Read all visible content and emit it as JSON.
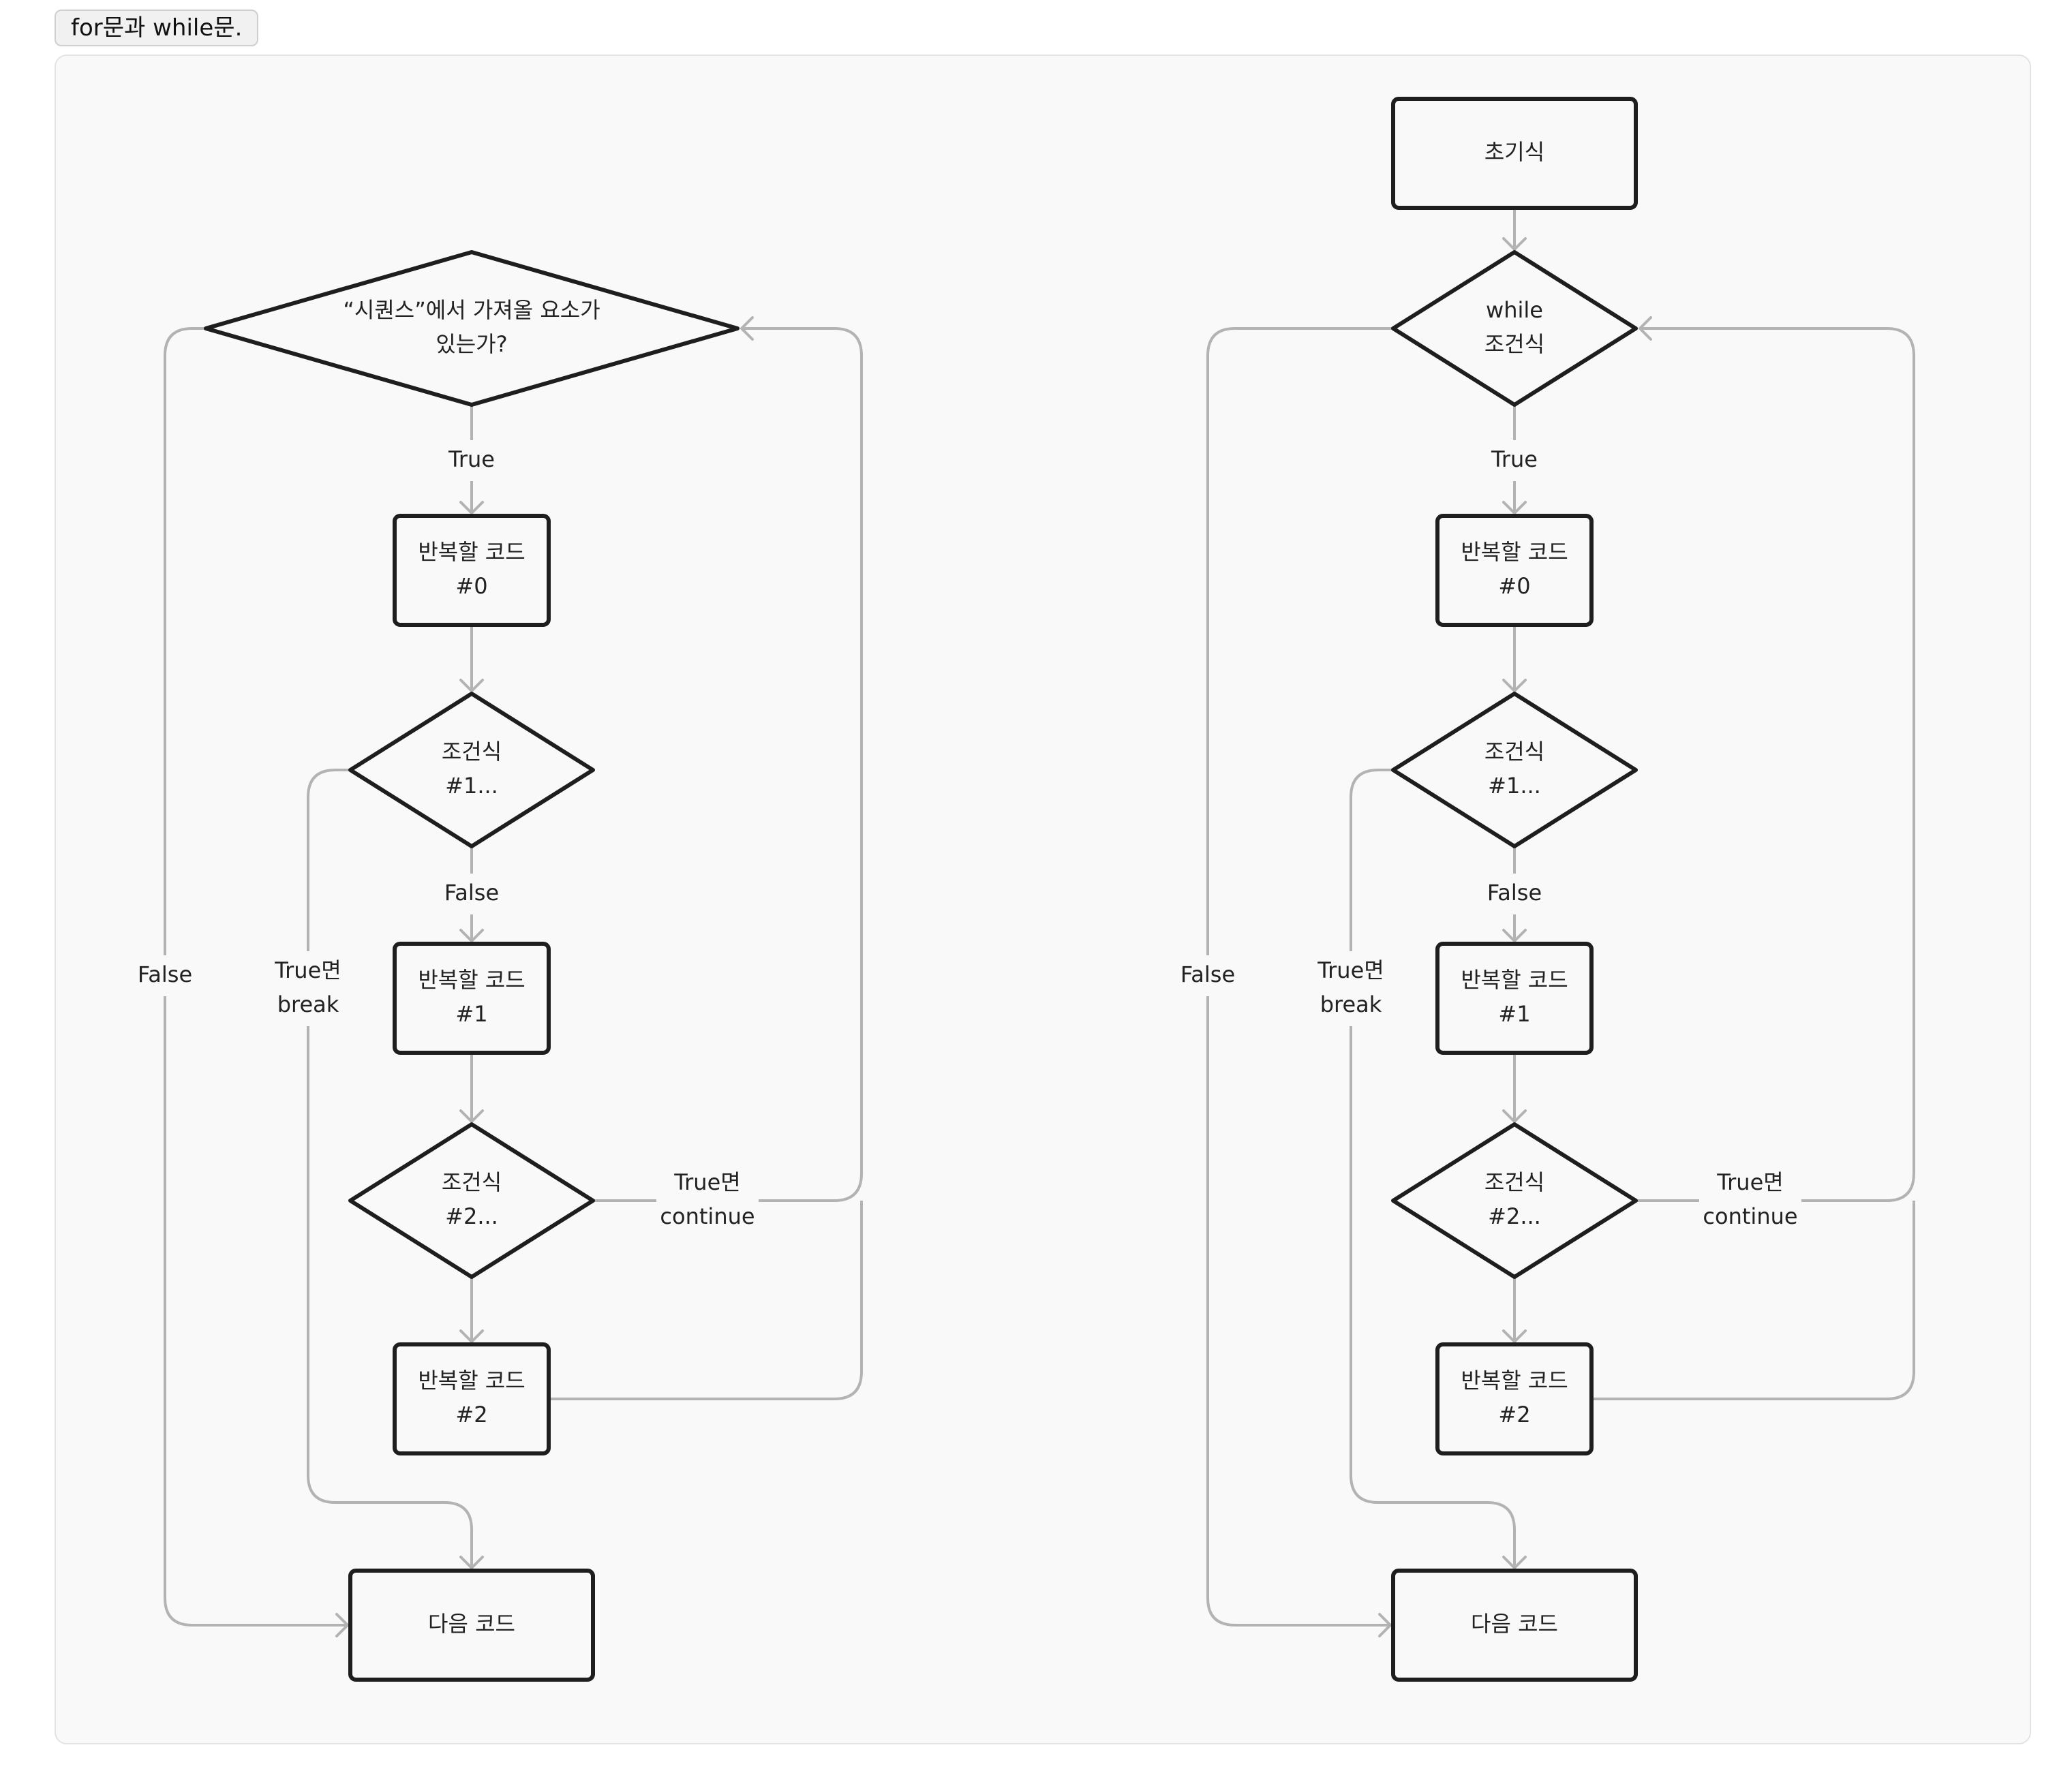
{
  "title_tag": "for문과 while문.",
  "for_diagram": {
    "cond": [
      "“시퀀스”에서 가져올 요소가",
      "있는가?"
    ],
    "code0": [
      "반복할 코드",
      "#0"
    ],
    "check1": [
      "조건식",
      "#1..."
    ],
    "code1": [
      "반복할 코드",
      "#1"
    ],
    "check2": [
      "조건식",
      "#2..."
    ],
    "code2": [
      "반복할 코드",
      "#2"
    ],
    "next": [
      "다음 코드"
    ],
    "edge_true": [
      "True"
    ],
    "edge_false_inner": [
      "False"
    ],
    "edge_false_outer": [
      "False"
    ],
    "edge_break": [
      "True면",
      "break"
    ],
    "edge_continue": [
      "True면",
      "continue"
    ]
  },
  "while_diagram": {
    "init": [
      "초기식"
    ],
    "cond": [
      "while",
      "조건식"
    ],
    "code0": [
      "반복할 코드",
      "#0"
    ],
    "check1": [
      "조건식",
      "#1..."
    ],
    "code1": [
      "반복할 코드",
      "#1"
    ],
    "check2": [
      "조건식",
      "#2..."
    ],
    "code2": [
      "반복할 코드",
      "#2"
    ],
    "next": [
      "다음 코드"
    ],
    "edge_true": [
      "True"
    ],
    "edge_false_inner": [
      "False"
    ],
    "edge_false_outer": [
      "False"
    ],
    "edge_break": [
      "True면",
      "break"
    ],
    "edge_continue": [
      "True면",
      "continue"
    ]
  }
}
